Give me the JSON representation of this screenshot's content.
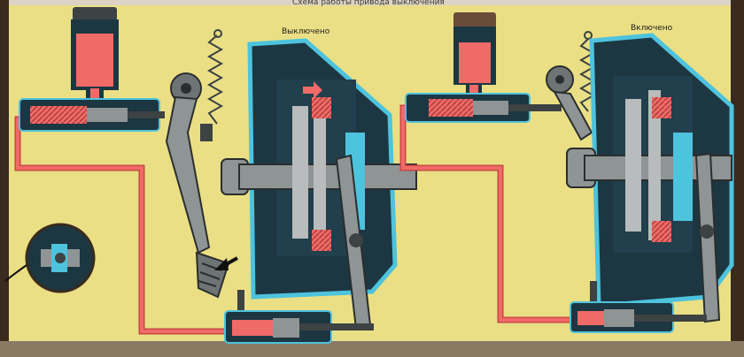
{
  "header": {
    "title": "Схема работы привода выключения"
  },
  "panels": [
    {
      "state_label": "Выключено"
    },
    {
      "state_label": "Включено"
    }
  ],
  "colors": {
    "paper": "#eadf85",
    "housing": "#1c3742",
    "housing_edge": "#4ec3dd",
    "fluid": "#f06a68",
    "fluid_dark": "#c94744",
    "metal": "#8f9494",
    "metal_dark": "#3d4242",
    "frame": "#3a2b1e"
  },
  "icons": [
    "reservoir-icon",
    "master-cylinder-icon",
    "clutch-pedal-icon",
    "return-spring-icon",
    "clutch-housing-icon",
    "slave-cylinder-icon",
    "release-fork-icon",
    "direction-arrow-icon",
    "pedal-press-arrow-icon",
    "detail-inset-icon"
  ]
}
